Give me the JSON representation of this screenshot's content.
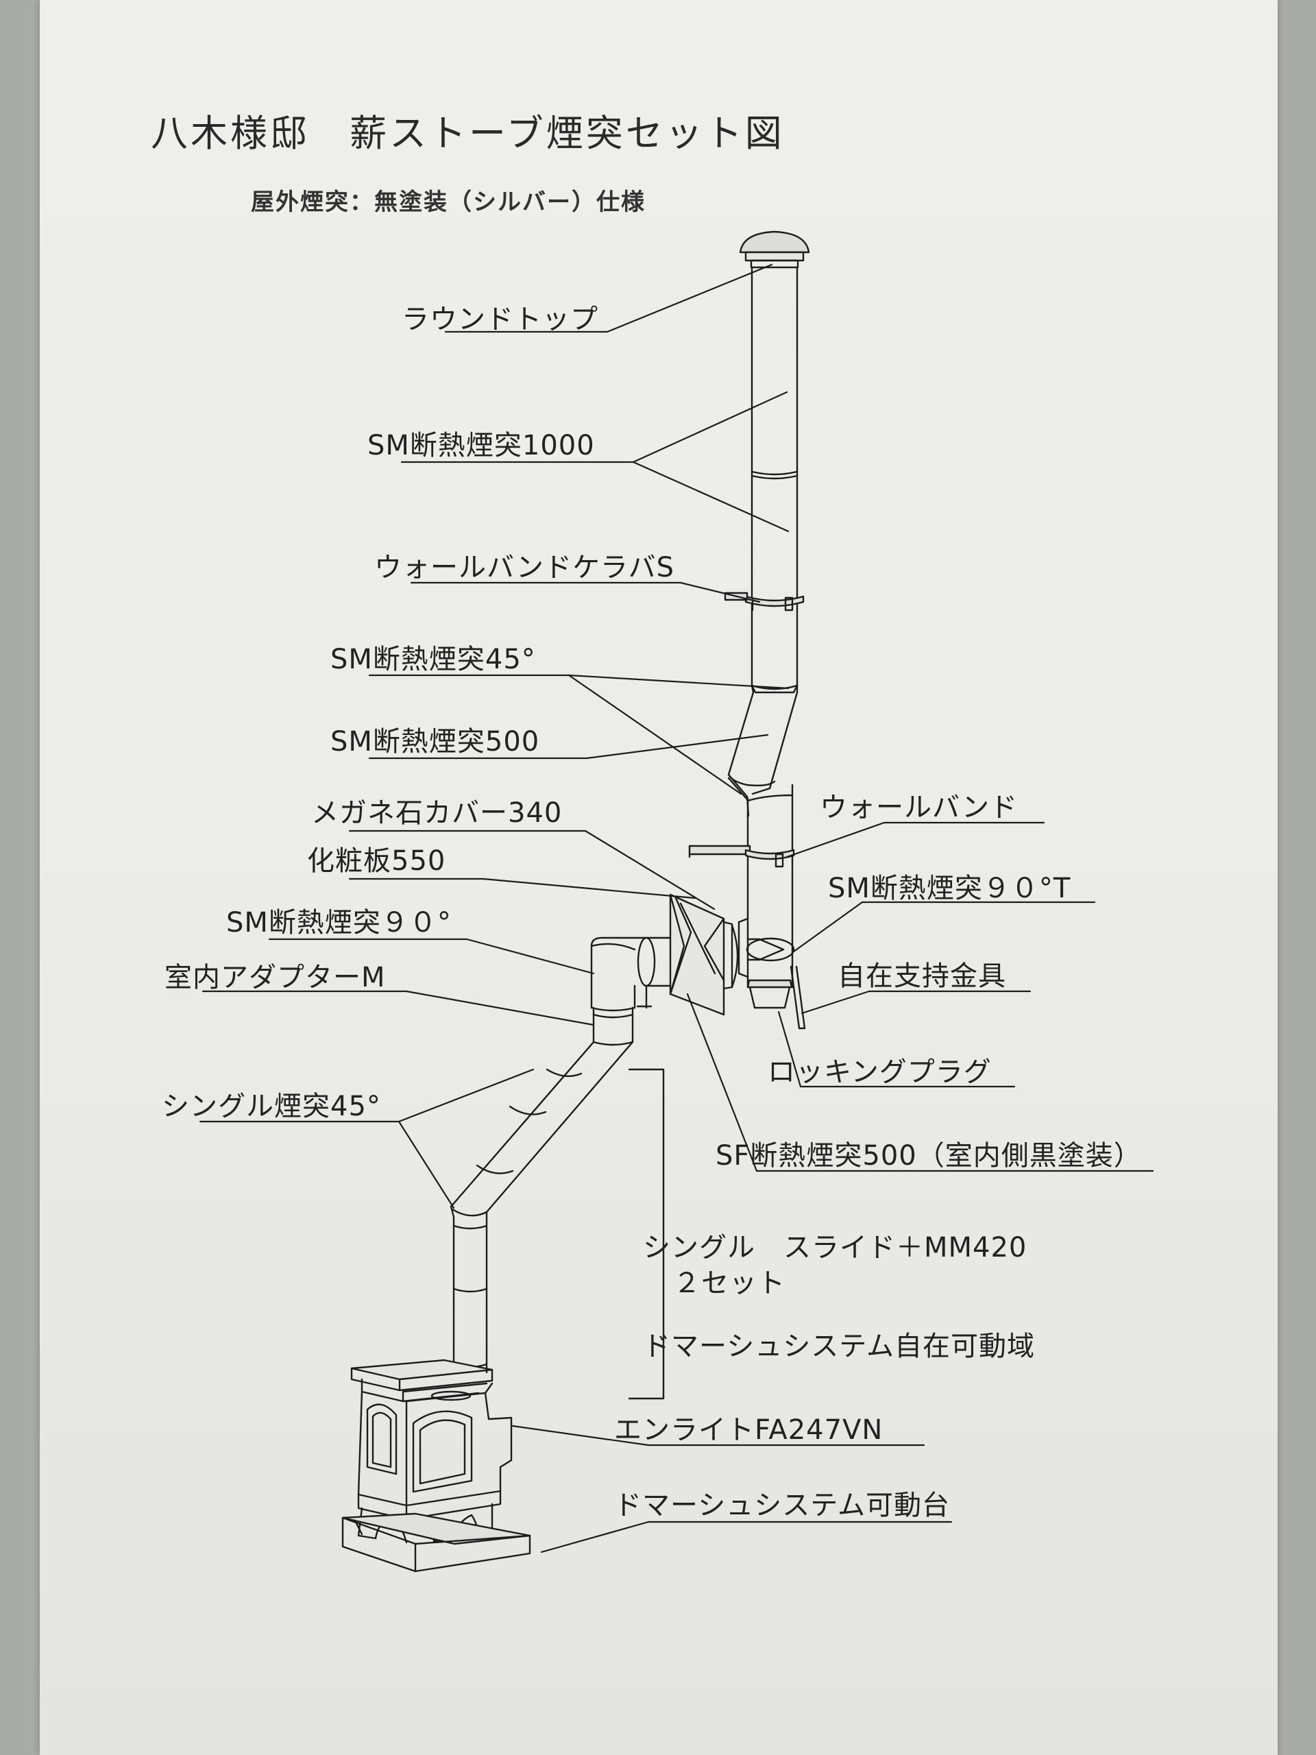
{
  "title": "八木様邸　薪ストーブ煙突セット図",
  "subtitle": "屋外煙突：無塗装（シルバー）仕様",
  "labels": {
    "round_top": "ラウンドトップ",
    "sm_1000": "SM断熱煙突1000",
    "wallband_kerabas": "ウォールバンドケラバS",
    "sm_45": "SM断熱煙突45°",
    "sm_500": "SM断熱煙突500",
    "megane_cover": "メガネ石カバー340",
    "keshoban": "化粧板550",
    "sm_90": "SM断熱煙突９０°",
    "indoor_adapter": "室内アダプターM",
    "single_45": "シングル煙突45°",
    "wallband": "ウォールバンド",
    "sm_90t": "SM断熱煙突９０°T",
    "support_bracket": "自在支持金具",
    "locking_plug": "ロッキングプラグ",
    "sf_500": "SF断熱煙突500（室内側黒塗装）",
    "single_slide_1": "シングル　スライド＋MM420",
    "single_slide_2": "２セット",
    "domarche_range": "ドマーシュシステム自在可動域",
    "stove": "エンライトFA247VN",
    "domarche_base": "ドマーシュシステム可動台"
  }
}
